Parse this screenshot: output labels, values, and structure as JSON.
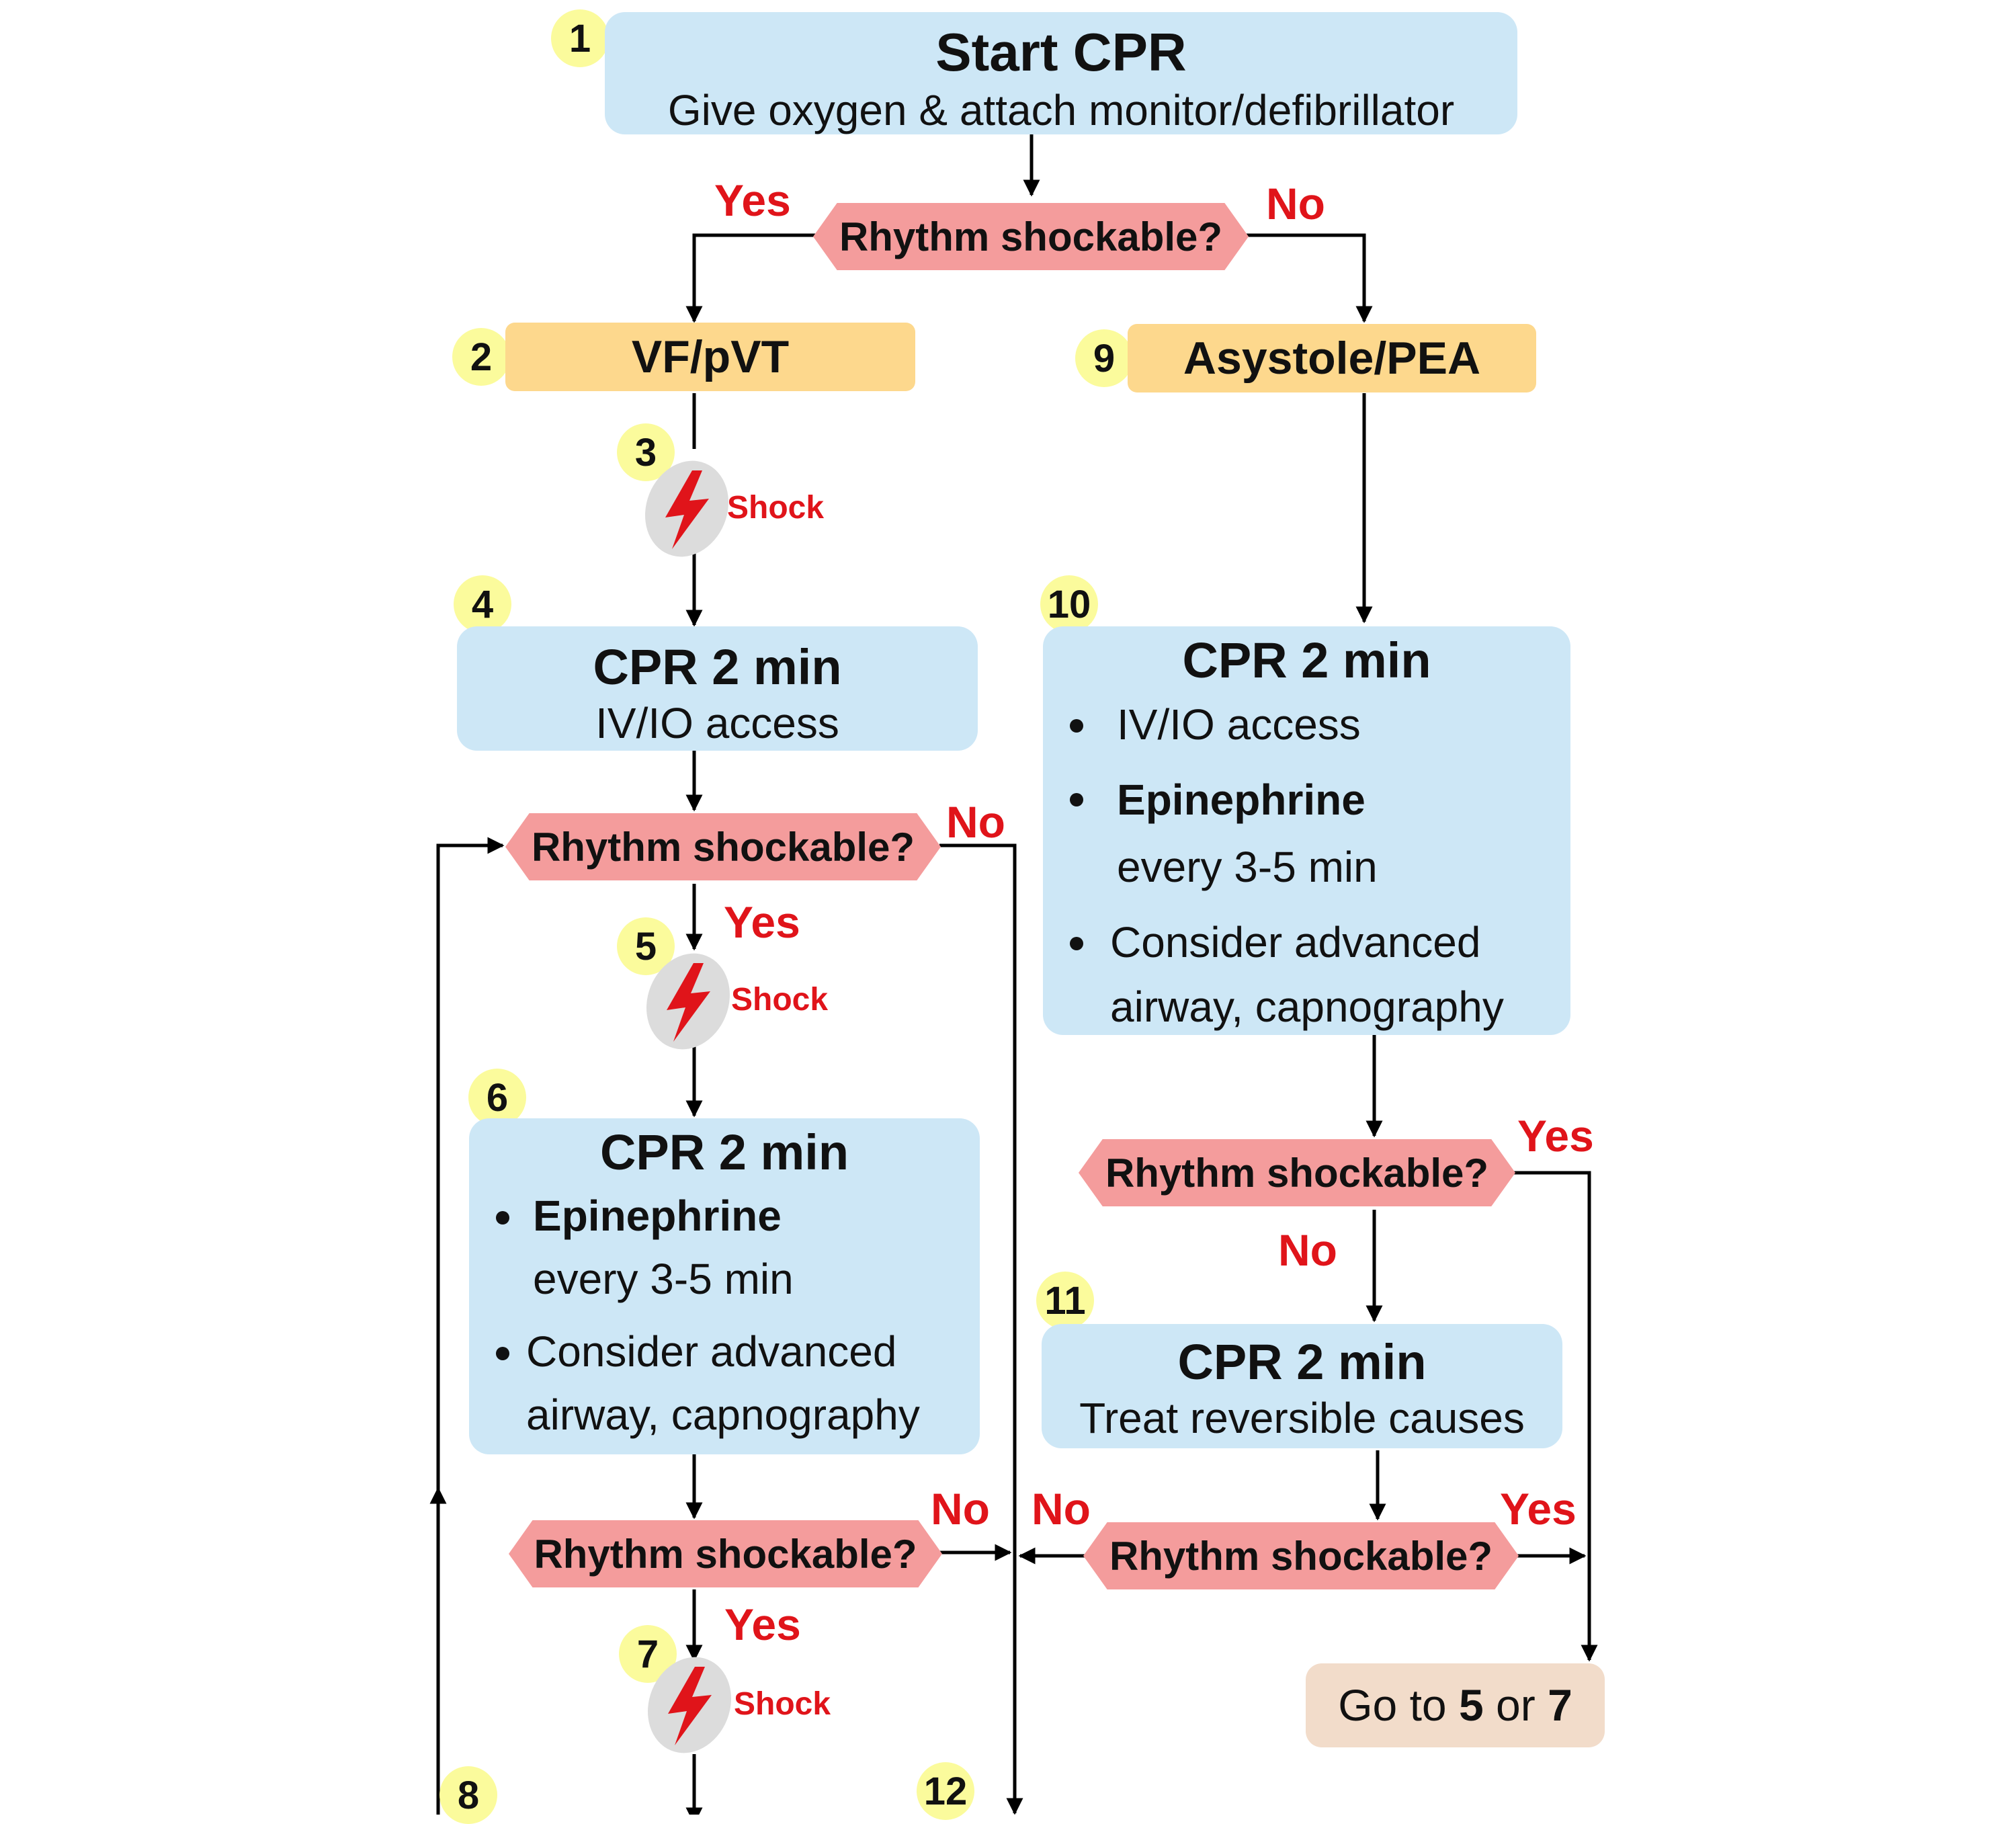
{
  "start": {
    "title": "Start CPR",
    "subtitle": "Give oxygen & attach monitor/defibrillator"
  },
  "question": "Rhythm shockable?",
  "yes_label": "Yes",
  "no_label": "No",
  "shock_label": "Shock",
  "left": {
    "rhythm": "VF/pVT",
    "cpr1": {
      "title": "CPR 2 min",
      "subtitle": "IV/IO access"
    },
    "cpr2": {
      "title": "CPR 2 min",
      "bullet1_bold": "Epinephrine",
      "bullet1_rest": "every 3-5 min",
      "bullet2": "Consider advanced airway, capnography"
    }
  },
  "right": {
    "rhythm": "Asystole/PEA",
    "cpr1": {
      "title": "CPR 2 min",
      "bullet1": "IV/IO access",
      "bullet2_bold": "Epinephrine",
      "bullet2_rest": "every 3-5 min",
      "bullet3": "Consider advanced airway, capnography"
    },
    "cpr2": {
      "title": "CPR 2 min",
      "subtitle": "Treat reversible causes"
    },
    "goto": {
      "prefix": "Go to",
      "a": "5",
      "mid": "or",
      "b": "7"
    }
  },
  "step_numbers": [
    "1",
    "2",
    "3",
    "4",
    "5",
    "6",
    "7",
    "8",
    "9",
    "10",
    "11",
    "12"
  ],
  "colors": {
    "box_blue": "#cde7f6",
    "box_orange": "#fdd88d",
    "decision": "#f49c9c",
    "badge": "#fbfb9c",
    "label_red": "#e0141a",
    "goto_peach": "#f2dcca"
  }
}
